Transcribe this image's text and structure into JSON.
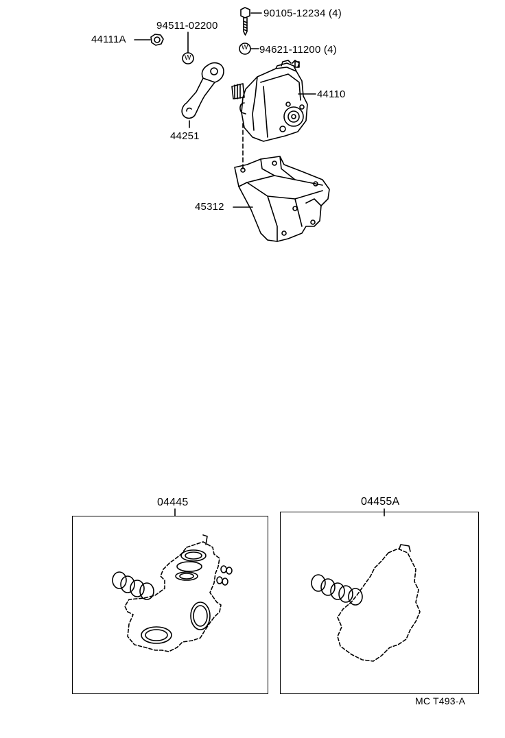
{
  "parts": {
    "bolt": "90105-12234 (4)",
    "washer": "94621-11200 (4)",
    "washer_w": "94511-02200",
    "nut": "44111A",
    "gear_box": "44110",
    "pitman_arm": "44251",
    "bracket": "45312"
  },
  "kits": {
    "left_title": "04445",
    "right_title": "04455A"
  },
  "footer": {
    "code": "MC  T493-A"
  },
  "symbols": {
    "washer_letter": "W"
  }
}
